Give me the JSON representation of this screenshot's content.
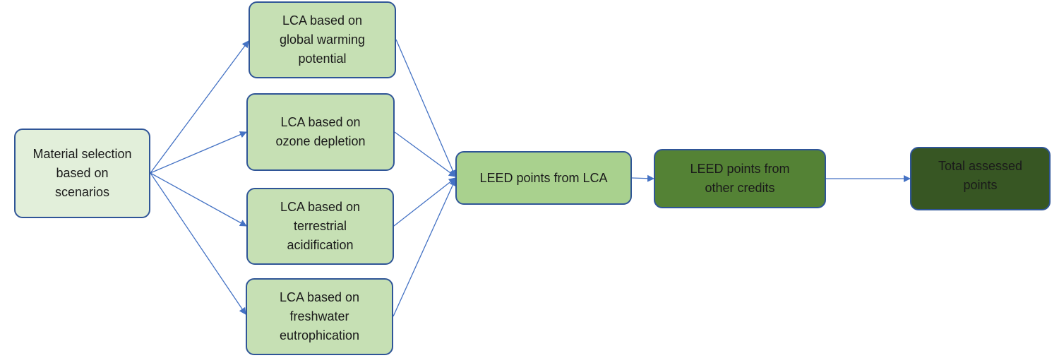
{
  "nodes": {
    "material": "Material selection based on scenarios",
    "gwp": "LCA based on global warming potential",
    "ozone": "LCA based on ozone depletion",
    "terrestrial": "LCA based on terrestrial acidification",
    "freshwater": "LCA based on freshwater eutrophication",
    "lca_points": "LEED points from LCA",
    "other_points": "LEED points from other credits",
    "total": "Total assessed points"
  },
  "edges": [
    {
      "from": "material",
      "to": "gwp"
    },
    {
      "from": "material",
      "to": "ozone"
    },
    {
      "from": "material",
      "to": "terrestrial"
    },
    {
      "from": "material",
      "to": "freshwater"
    },
    {
      "from": "gwp",
      "to": "lca_points"
    },
    {
      "from": "ozone",
      "to": "lca_points"
    },
    {
      "from": "terrestrial",
      "to": "lca_points"
    },
    {
      "from": "freshwater",
      "to": "lca_points"
    },
    {
      "from": "lca_points",
      "to": "other_points"
    },
    {
      "from": "other_points",
      "to": "total"
    }
  ],
  "colors": {
    "border": "#2f5597",
    "arrow": "#4472c4",
    "material_fill": "#e2efda",
    "lca_fill": "#c6e0b4",
    "lca_points_fill": "#a9d18e",
    "other_points_fill": "#548235",
    "total_fill": "#375623"
  }
}
